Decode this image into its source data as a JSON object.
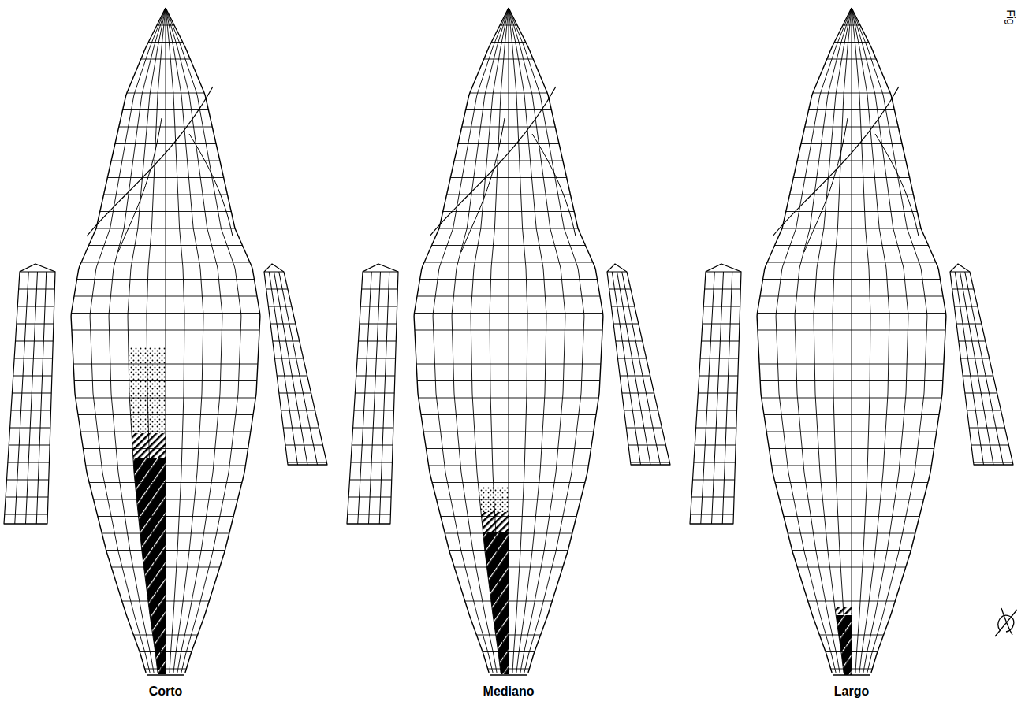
{
  "diagram": {
    "labels": [
      "Corto",
      "Mediano",
      "Largo",
      "Fig"
    ]
  }
}
